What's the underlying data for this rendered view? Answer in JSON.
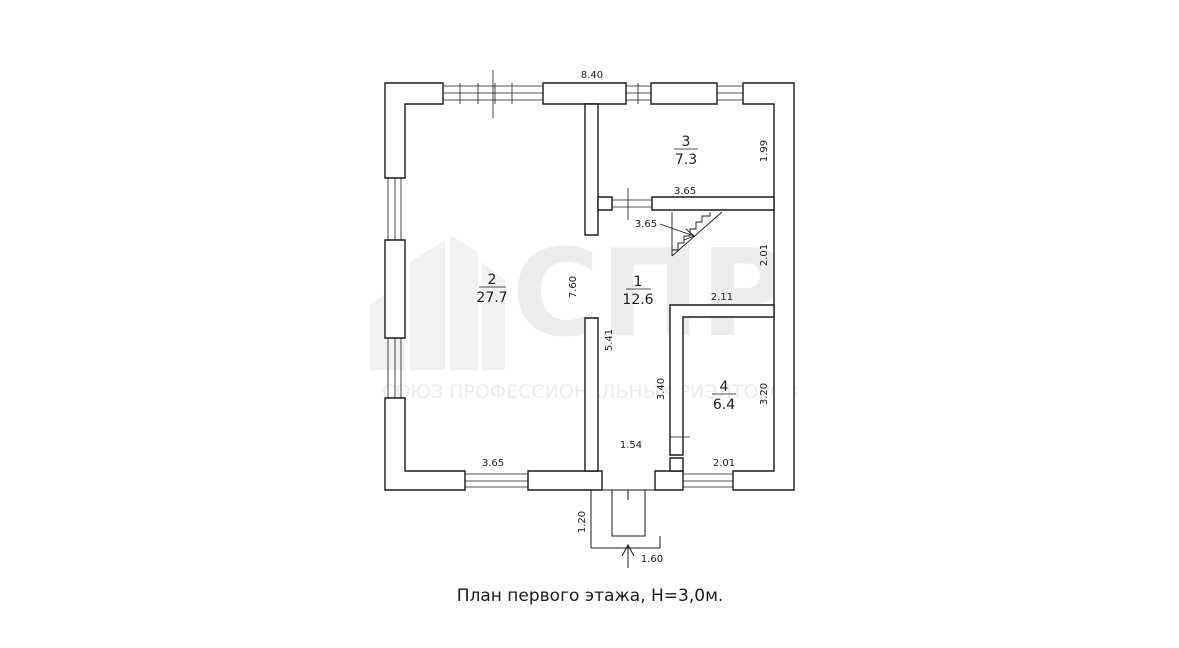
{
  "watermark": {
    "logo_text": "СПР",
    "tagline": "СОЮЗ ПРОФЕССИОНАЛЬНЫХ РИЭЛТОРОВ"
  },
  "rooms": [
    {
      "number": "1",
      "area": "12.6"
    },
    {
      "number": "2",
      "area": "27.7"
    },
    {
      "number": "3",
      "area": "7.3"
    },
    {
      "number": "4",
      "area": "6.4"
    }
  ],
  "dimensions": {
    "overall_width": "8.40",
    "room2_height": "7.60",
    "room2_width": "3.65",
    "room3_height": "1.99",
    "room3_width": "3.65",
    "hall_width": "3.65",
    "stair_height": "2.01",
    "stair_width": "2.11",
    "corridor_height": "5.41",
    "room4_height_left": "3.40",
    "room4_height_right": "3.20",
    "room4_width": "2.01",
    "vestibule_width": "1.54",
    "porch_length": "1.20",
    "porch_width": "1.60"
  },
  "caption": "План первого этажа, H=3,0м."
}
